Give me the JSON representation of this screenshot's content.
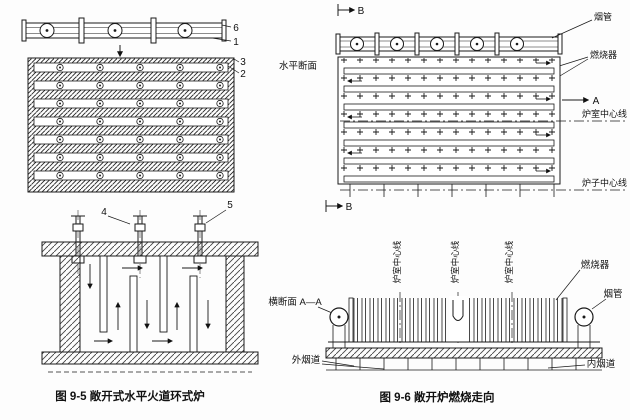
{
  "fig95": {
    "caption": "图 9-5  敞开式水平火道环式炉",
    "callouts": {
      "c1": "1",
      "c2": "2",
      "c3": "3",
      "c4": "4",
      "c5": "5",
      "c6": "6"
    }
  },
  "fig96": {
    "caption": "图 9-6   敞开炉燃烧走向",
    "plan": {
      "section_b_top": "B",
      "section_b_bottom": "B",
      "section_a": "A",
      "smoke_pipe_label": "烟管",
      "burner_label": "燃烧器",
      "horizontal_section_label": "水平断面",
      "chamber_centerline_label": "炉室中心线",
      "furnace_centerline_label": "炉子中心线"
    },
    "section": {
      "title": "横断面 A—A",
      "chamber_centerline_1": "炉室中心线",
      "chamber_centerline_2": "炉室中心线",
      "chamber_centerline_3": "炉室中心线",
      "burner_label": "燃烧器",
      "smoke_pipe_label": "烟管",
      "outer_flue_label": "外烟道",
      "inner_flue_label": "内烟道"
    }
  }
}
